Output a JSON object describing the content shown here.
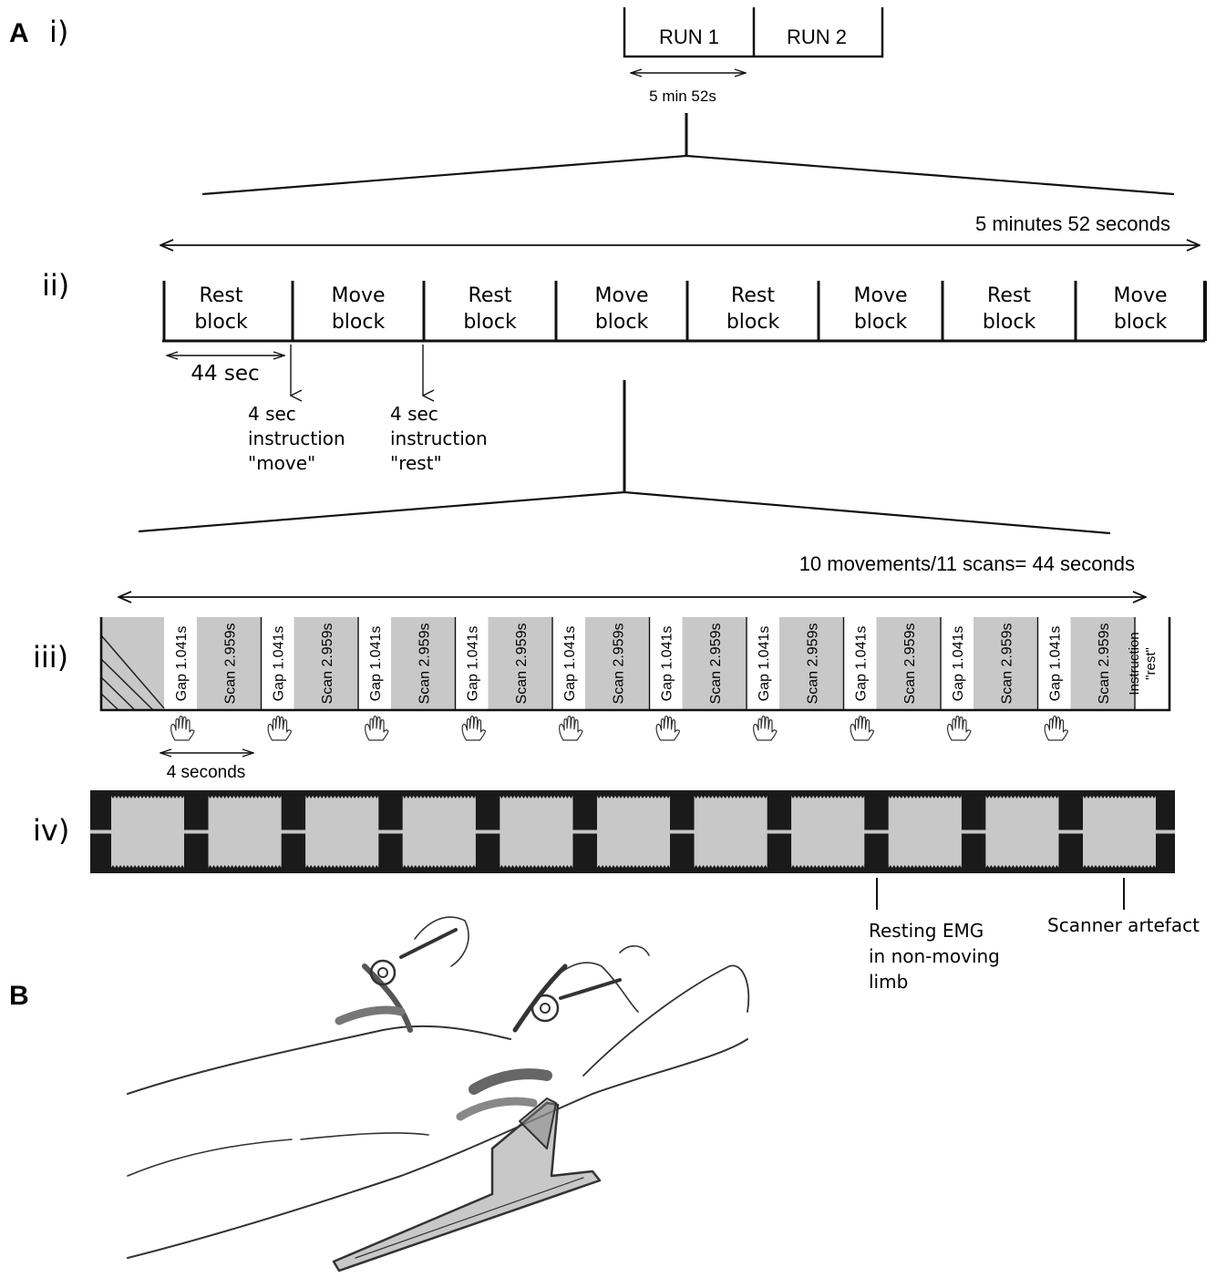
{
  "panel_labels": {
    "a": "A",
    "b": "B"
  },
  "row_labels": {
    "i": "i)",
    "ii": "ii)",
    "iii": "iii)",
    "iv": "iv)"
  },
  "runs": {
    "run1": "RUN 1",
    "run2": "RUN 2",
    "duration": "5 min 52s"
  },
  "blocks": {
    "total": "5 minutes 52 seconds",
    "items": [
      {
        "line1": "Rest",
        "line2": "block"
      },
      {
        "line1": "Move",
        "line2": "block"
      },
      {
        "line1": "Rest",
        "line2": "block"
      },
      {
        "line1": "Move",
        "line2": "block"
      },
      {
        "line1": "Rest",
        "line2": "block"
      },
      {
        "line1": "Move",
        "line2": "block"
      },
      {
        "line1": "Rest",
        "line2": "block"
      },
      {
        "line1": "Move",
        "line2": "block"
      }
    ],
    "rest_duration": "44 sec",
    "instr_move": [
      "4 sec",
      "instruction",
      "\"move\""
    ],
    "instr_rest": [
      "4 sec",
      "instruction",
      "\"rest\""
    ]
  },
  "scans": {
    "total": "10 movements/11 scans= 44 seconds",
    "gap_label": "Gap 1.041s",
    "scan_label": "Scan 2.959s",
    "instruction": [
      "Instruction",
      "\"rest\""
    ],
    "four_seconds": "4 seconds",
    "movement_count": 10,
    "scan_fill": "#c8c8c8"
  },
  "emg": {
    "resting": [
      "Resting EMG",
      "in non-moving",
      "limb"
    ],
    "artefact": "Scanner artefact",
    "bursts": 11,
    "background": "#1a1a1a",
    "signal": "#c8c8c8"
  },
  "icons": {
    "hand": "hand-icon",
    "device": "wrist-orthosis-photo"
  }
}
